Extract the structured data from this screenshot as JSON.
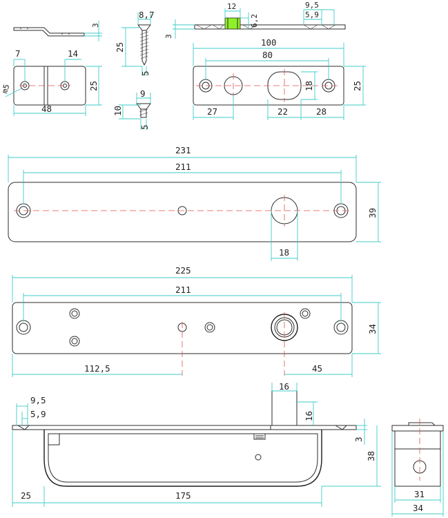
{
  "colors": {
    "outline": "#2b2b2b",
    "dimension": "#3ecbc9",
    "centerline": "#e05050",
    "highlight": "#8fef2a"
  },
  "labels": {
    "top_bracket_thickness": "3",
    "bracket_hole_offset": "7",
    "bracket_hole_spacing": "14",
    "bracket_height": "25",
    "bracket_width": "48",
    "bracket_hole_size": "m5",
    "screw_head": "8,7",
    "screw_length": "25",
    "screw_diameter": "5",
    "short_screw_head": "9",
    "short_screw_length": "10",
    "short_screw_diameter": "5",
    "strike_tongue_width": "12",
    "strike_tongue_depth": "6,2",
    "strike_plate_thickness": "3",
    "strike_offset_outer": "9,5",
    "strike_offset_inner": "5,9",
    "strike_length": "100",
    "strike_hole_spacing": "80",
    "strike_height": "25",
    "strike_slot_height": "18",
    "strike_left_offset": "27",
    "strike_slot_width": "22",
    "strike_right_offset": "28",
    "cover_length": "231",
    "cover_hole_spacing": "211",
    "cover_height": "39",
    "cover_cutout": "18",
    "body_length": "225",
    "body_hole_spacing": "211",
    "body_height": "34",
    "body_center_offset": "112,5",
    "body_bolt_offset": "45",
    "side_offset_outer": "9,5",
    "side_offset_inner": "5,9",
    "bolt_width": "16",
    "bolt_projection": "16",
    "side_plate_thickness": "3",
    "side_depth": "38",
    "side_left_offset": "25",
    "side_body_length": "175",
    "end_inner_width": "31",
    "end_outer_width": "34"
  }
}
